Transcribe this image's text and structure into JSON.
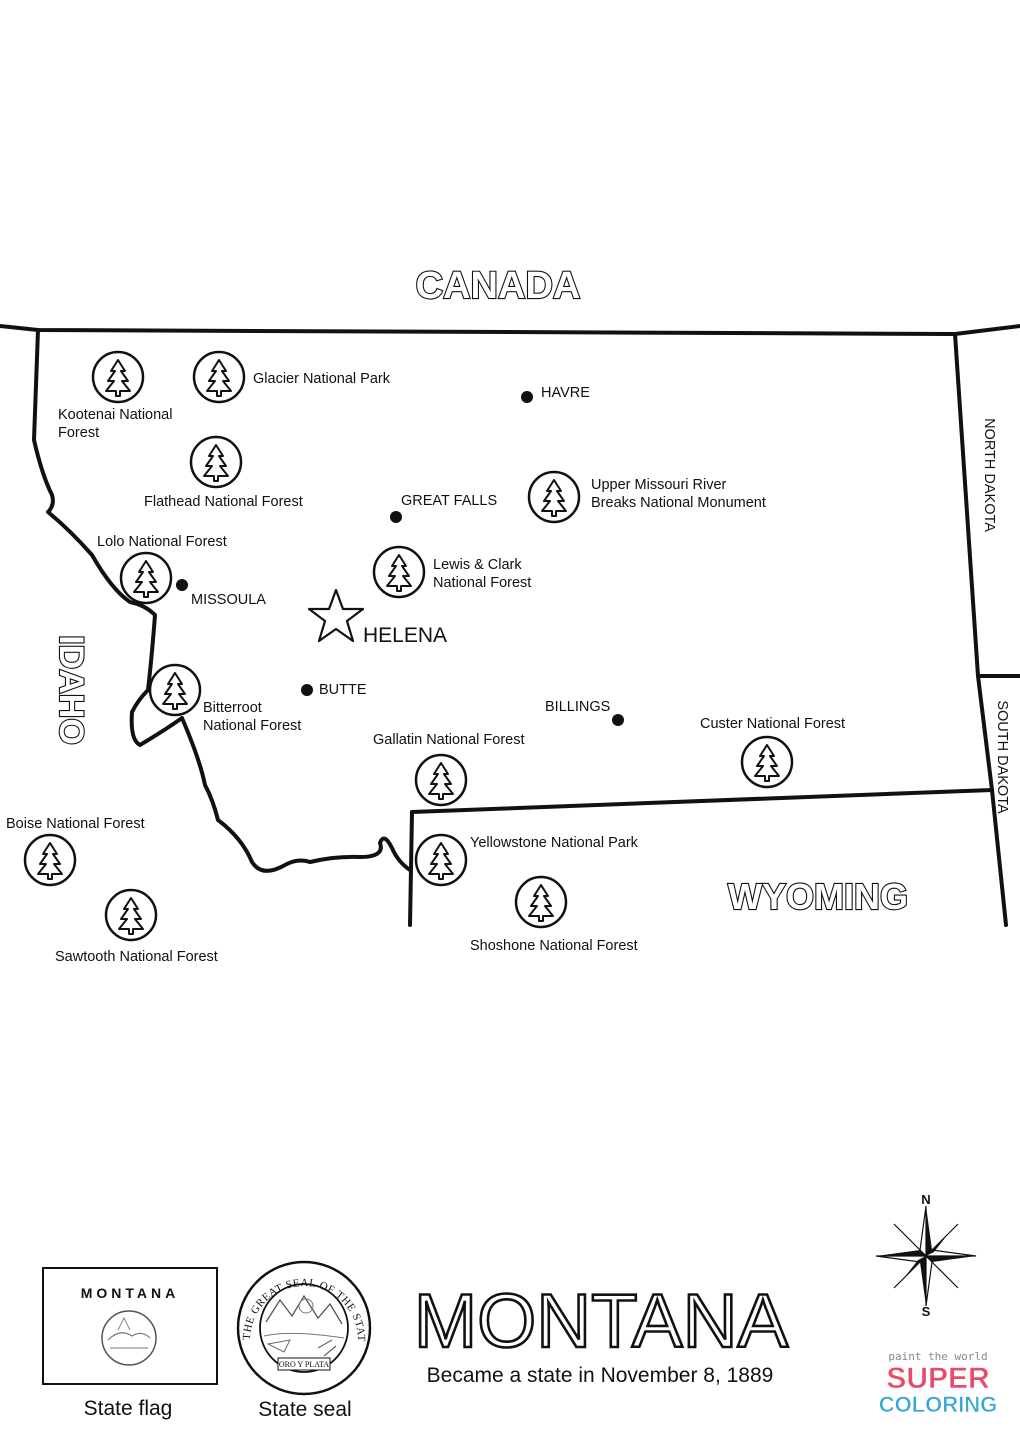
{
  "map": {
    "neighbors": {
      "north": "CANADA",
      "west": "IDAHO",
      "south": "WYOMING",
      "east_upper": "NORTH DAKOTA",
      "east_lower": "SOUTH DAKOTA"
    },
    "capital": "HELENA",
    "cities": [
      "HAVRE",
      "GREAT FALLS",
      "MISSOULA",
      "BUTTE",
      "BILLINGS"
    ],
    "forests": [
      [
        "Kootenai National",
        "Forest"
      ],
      [
        "Glacier National Park"
      ],
      [
        "Flathead National Forest"
      ],
      [
        "Upper Missouri River",
        "Breaks National Monument"
      ],
      [
        "Lolo National Forest"
      ],
      [
        "Lewis & Clark",
        "National Forest"
      ],
      [
        "Bitterroot",
        "National Forest"
      ],
      [
        "Gallatin National Forest"
      ],
      [
        "Custer National Forest"
      ],
      [
        "Boise National Forest"
      ],
      [
        "Yellowstone National Park"
      ],
      [
        "Shoshone National Forest"
      ],
      [
        "Sawtooth National Forest"
      ]
    ]
  },
  "footer": {
    "flag_text": "MONTANA",
    "flag_caption": "State flag",
    "seal_caption": "State seal",
    "seal_ring_text": "THE GREAT SEAL OF THE STATE OF MONTANA",
    "seal_motto": "ORO Y PLATA",
    "state_name": "MONTANA",
    "statehood": "Became a state in November 8, 1889",
    "compass_north": "N",
    "compass_south": "S",
    "brand_tagline": "paint the world",
    "brand_line1": "SUPER",
    "brand_line2": "COLORING"
  },
  "colors": {
    "ink": "#111111",
    "brand": [
      "#e74c3c",
      "#f39c12",
      "#27ae60",
      "#3498db",
      "#9b59b6"
    ]
  }
}
